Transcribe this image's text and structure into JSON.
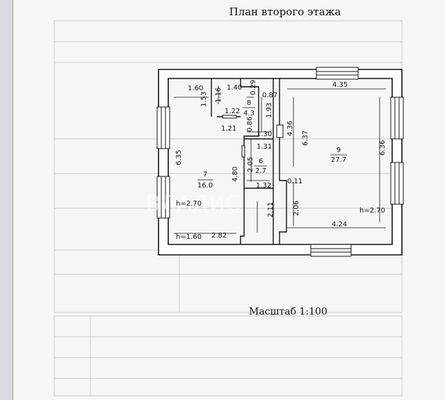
{
  "title": "План второго этажа",
  "scale_label": "Масштаб 1:100",
  "watermark": "ВЛАДИС",
  "rooms": [
    {
      "id": "7",
      "area": "16.0"
    },
    {
      "id": "8",
      "area": "4.3"
    },
    {
      "id": "6",
      "area": "2.7"
    },
    {
      "id": "9",
      "area": "27.7"
    }
  ],
  "dimensions": {
    "d_1_60_top": "1.60",
    "d_1_53": "1.53",
    "d_1_16": "1.16",
    "d_1_40": "1.40",
    "d_0_29": "0.29",
    "d_0_87": "0.87",
    "d_1_22": "1.22",
    "d_1_93": "1.93",
    "d_1_21": "1.21",
    "d_0_86": "0.86",
    "d_1_30": "1.30",
    "d_1_31": "1.31",
    "d_4_35": "4.35",
    "d_4_36": "4.36",
    "d_6_37": "6.37",
    "d_6_36": "6.36",
    "d_6_35": "6.35",
    "d_4_80": "4.80",
    "d_2_05": "2.05",
    "d_1_32": "1.32",
    "d_2_11": "2.11",
    "d_0_11": "0.11",
    "d_2_06": "2.06",
    "d_4_24": "4.24",
    "d_2_82": "2.82"
  },
  "heights": {
    "h_room7": "h=2.70",
    "h_room9": "h=2.70",
    "h_bottom": "h=1.60"
  }
}
